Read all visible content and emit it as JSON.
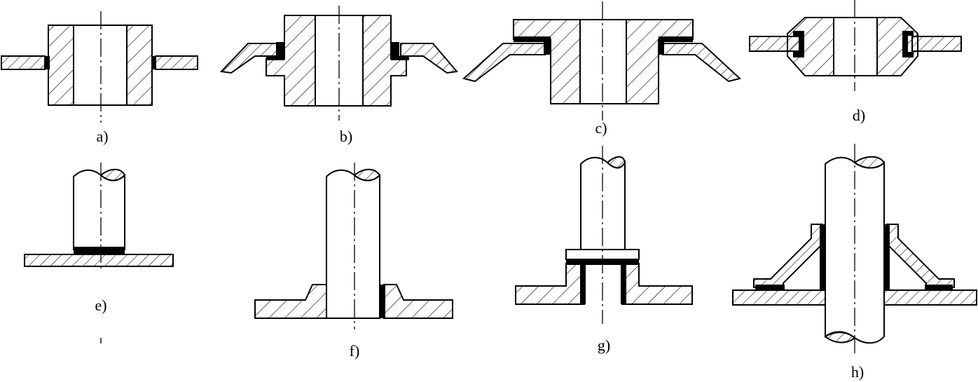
{
  "figure": {
    "captions": {
      "a": "a)",
      "b": "b)",
      "c": "c)",
      "d": "d)",
      "e": "e)",
      "f": "f)",
      "g": "g)",
      "h": "h)"
    }
  },
  "colors": {
    "line": "#000000",
    "background": "#ffffff",
    "solder": "#000000"
  }
}
